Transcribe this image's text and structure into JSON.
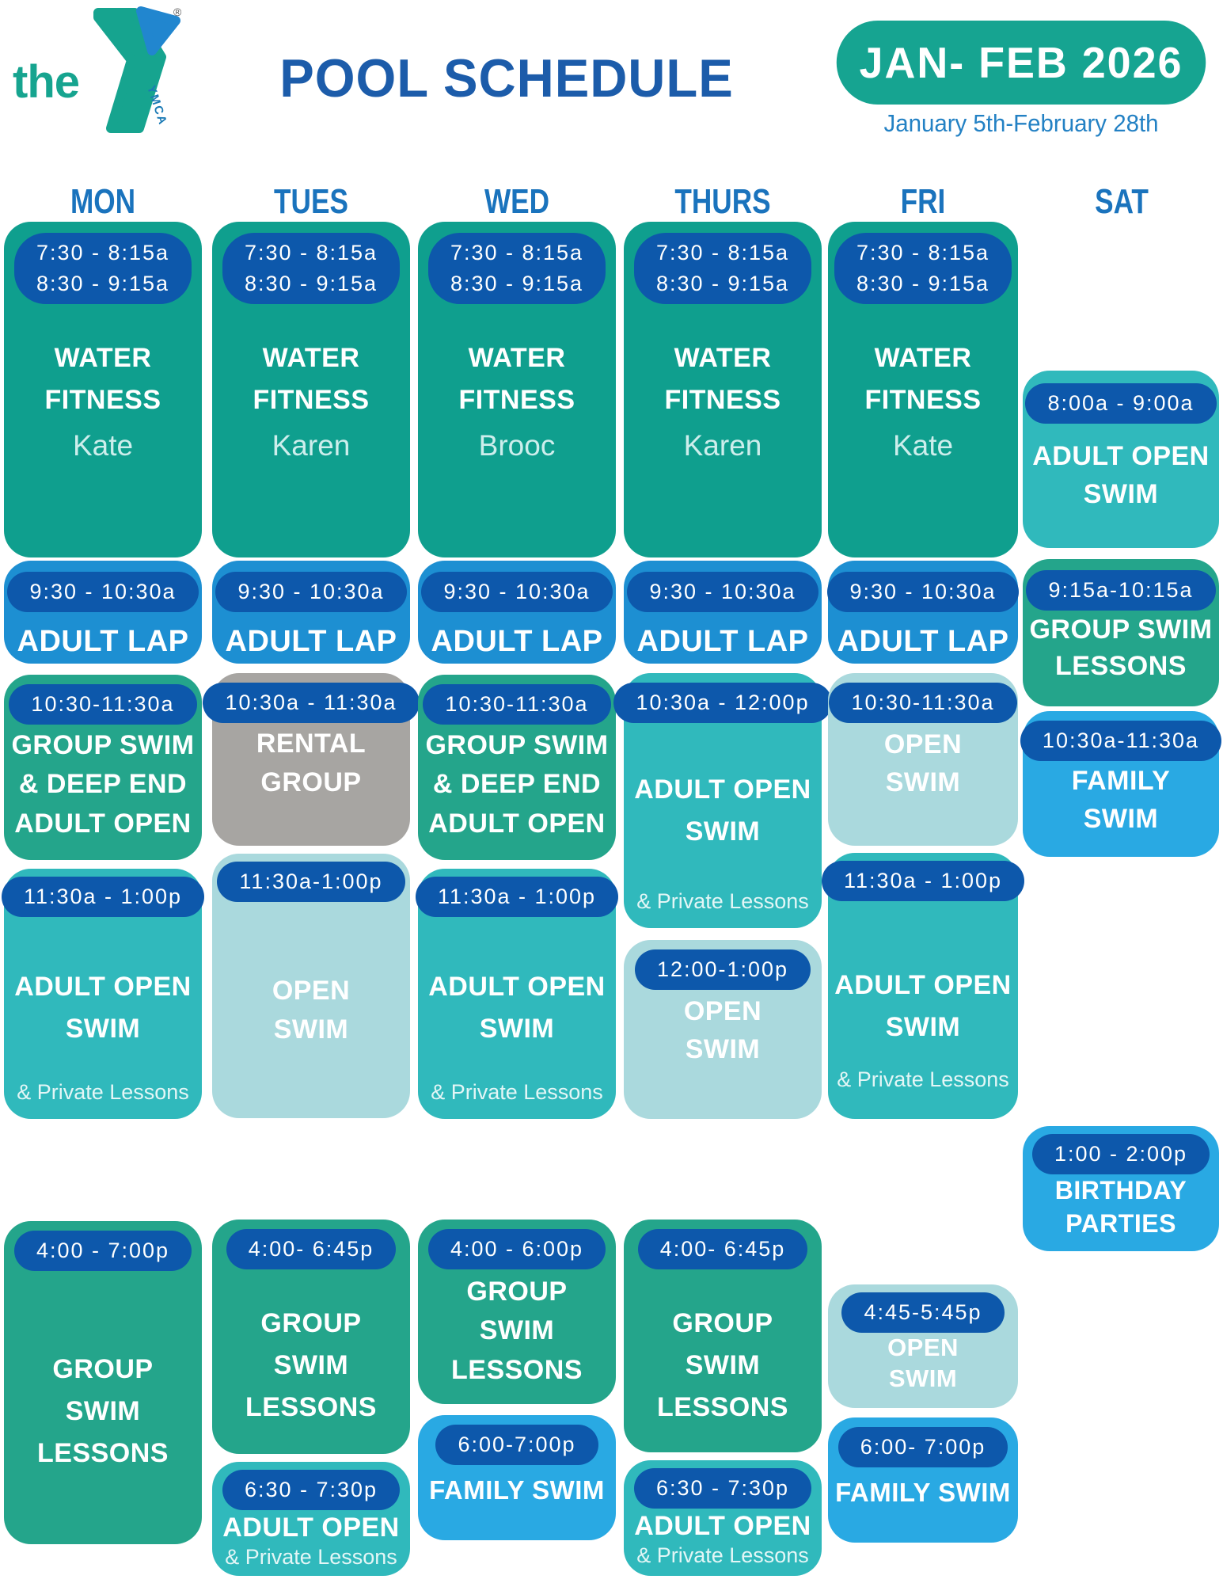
{
  "header": {
    "logo_the": "the",
    "logo_ymca": "YMCA",
    "logo_reg": "®",
    "title": "POOL SCHEDULE",
    "badge": "JAN- FEB 2026",
    "date_range": "January 5th-February 28th"
  },
  "days": [
    {
      "label": "MON"
    },
    {
      "label": "TUES"
    },
    {
      "label": "WED"
    },
    {
      "label": "THURS"
    },
    {
      "label": "FRI"
    },
    {
      "label": "SAT"
    }
  ],
  "palette": {
    "teal": "#0f9f8e",
    "green": "#24a58b",
    "lap_blue": "#1d8fd2",
    "aqua": "#30b9bc",
    "light_teal": "#aad9dd",
    "gray": "#a7a5a2",
    "bright_blue": "#29a9e3",
    "pill_blue": "#0d58ab",
    "title_blue": "#1c5caa",
    "day_blue": "#1a73bd",
    "badge_green": "#16a491"
  },
  "columns": [
    {
      "day": "MON",
      "blocks": [
        {
          "time": "7:30 - 8:15a",
          "time2": "8:30 - 9:15a",
          "title": "WATER FITNESS",
          "instructor": "Kate"
        },
        {
          "time": "9:30 - 10:30a",
          "title": "ADULT LAP"
        },
        {
          "time": "10:30-11:30a",
          "title": "GROUP SWIM & DEEP END ADULT OPEN"
        },
        {
          "time": "11:30a - 1:00p",
          "title": "ADULT OPEN SWIM",
          "subtitle": "& Private Lessons"
        },
        {
          "time": "4:00 - 7:00p",
          "title": "GROUP SWIM LESSONS"
        }
      ]
    },
    {
      "day": "TUES",
      "blocks": [
        {
          "time": "7:30 - 8:15a",
          "time2": "8:30 - 9:15a",
          "title": "WATER FITNESS",
          "instructor": "Karen"
        },
        {
          "time": "9:30 - 10:30a",
          "title": "ADULT LAP"
        },
        {
          "time": "10:30a - 11:30a",
          "title": "RENTAL GROUP"
        },
        {
          "time": "11:30a-1:00p",
          "title": "OPEN SWIM"
        },
        {
          "time": "4:00- 6:45p",
          "title": "GROUP SWIM LESSONS"
        },
        {
          "time": "6:30 - 7:30p",
          "title": "ADULT OPEN",
          "subtitle": "& Private Lessons"
        }
      ]
    },
    {
      "day": "WED",
      "blocks": [
        {
          "time": "7:30 - 8:15a",
          "time2": "8:30 - 9:15a",
          "title": "WATER FITNESS",
          "instructor": "Brooc"
        },
        {
          "time": "9:30 - 10:30a",
          "title": "ADULT LAP"
        },
        {
          "time": "10:30-11:30a",
          "title": "GROUP SWIM & DEEP END ADULT OPEN"
        },
        {
          "time": "11:30a - 1:00p",
          "title": "ADULT OPEN SWIM",
          "subtitle": "& Private Lessons"
        },
        {
          "time": "4:00 - 6:00p",
          "title": "GROUP SWIM LESSONS"
        },
        {
          "time": "6:00-7:00p",
          "title": "FAMILY SWIM"
        }
      ]
    },
    {
      "day": "THURS",
      "blocks": [
        {
          "time": "7:30 - 8:15a",
          "time2": "8:30 - 9:15a",
          "title": "WATER FITNESS",
          "instructor": "Karen"
        },
        {
          "time": "9:30 - 10:30a",
          "title": "ADULT LAP"
        },
        {
          "time": "10:30a - 12:00p",
          "title": "ADULT OPEN SWIM",
          "subtitle": "& Private Lessons"
        },
        {
          "time": "12:00-1:00p",
          "title": "OPEN SWIM"
        },
        {
          "time": "4:00- 6:45p",
          "title": "GROUP SWIM LESSONS"
        },
        {
          "time": "6:30 - 7:30p",
          "title": "ADULT OPEN",
          "subtitle": "& Private Lessons"
        }
      ]
    },
    {
      "day": "FRI",
      "blocks": [
        {
          "time": "7:30 - 8:15a",
          "time2": "8:30 - 9:15a",
          "title": "WATER FITNESS",
          "instructor": "Kate"
        },
        {
          "time": "9:30 - 10:30a",
          "title": "ADULT LAP"
        },
        {
          "time": "10:30-11:30a",
          "title": "OPEN SWIM"
        },
        {
          "time": "11:30a - 1:00p",
          "title": "ADULT OPEN SWIM",
          "subtitle": "& Private Lessons"
        },
        {
          "time": "4:45-5:45p",
          "title": "OPEN SWIM"
        },
        {
          "time": "6:00- 7:00p",
          "title": "FAMILY SWIM"
        }
      ]
    },
    {
      "day": "SAT",
      "blocks": [
        {
          "time": "8:00a - 9:00a",
          "title": "ADULT OPEN SWIM"
        },
        {
          "time": "9:15a-10:15a",
          "title": "GROUP SWIM LESSONS"
        },
        {
          "time": "10:30a-11:30a",
          "title": "FAMILY SWIM"
        },
        {
          "time": "1:00 - 2:00p",
          "title": "BIRTHDAY PARTIES"
        }
      ]
    }
  ]
}
